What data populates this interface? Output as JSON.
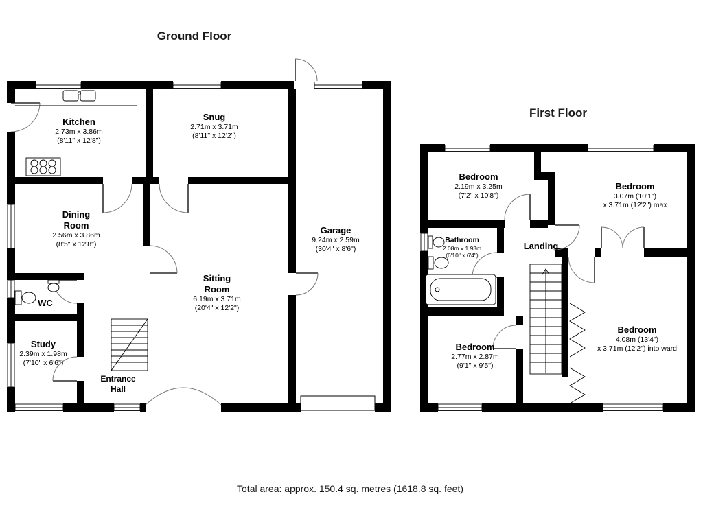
{
  "ground": {
    "title": "Ground Floor",
    "rooms": {
      "kitchen": {
        "name": "Kitchen",
        "metric": "2.73m x 3.86m",
        "imperial": "(8'11\" x 12'8\")"
      },
      "snug": {
        "name": "Snug",
        "metric": "2.71m x 3.71m",
        "imperial": "(8'11\" x 12'2\")"
      },
      "dining": {
        "name": "Dining Room",
        "metric": "2.56m x 3.86m",
        "imperial": "(8'5\" x 12'8\")"
      },
      "wc": {
        "name": "WC"
      },
      "study": {
        "name": "Study",
        "metric": "2.39m x 1.98m",
        "imperial": "(7'10\" x 6'6\")"
      },
      "sitting": {
        "name": "Sitting Room",
        "metric": "6.19m x 3.71m",
        "imperial": "(20'4\" x 12'2\")"
      },
      "entrance": {
        "name": "Entrance Hall"
      },
      "garage": {
        "name": "Garage",
        "metric": "9.24m x 2.59m",
        "imperial": "(30'4\" x 8'6\")"
      }
    }
  },
  "first": {
    "title": "First Floor",
    "rooms": {
      "bedroom_front_left": {
        "name": "Bedroom",
        "metric": "2.19m x 3.25m",
        "imperial": "(7'2\" x 10'8\")"
      },
      "bedroom_front_right": {
        "name": "Bedroom",
        "metric": "3.07m (10'1\")",
        "imperial": "x 3.71m (12'2\") max"
      },
      "bathroom": {
        "name": "Bathroom",
        "metric": "2.08m x 1.93m",
        "imperial": "(6'10\" x 6'4\")"
      },
      "landing": {
        "name": "Landing"
      },
      "bedroom_back_left": {
        "name": "Bedroom",
        "metric": "2.77m x 2.87m",
        "imperial": "(9'1\" x 9'5\")"
      },
      "bedroom_back_right": {
        "name": "Bedroom",
        "metric": "4.08m (13'4\")",
        "imperial": "x 3.71m (12'2\") into ward"
      }
    }
  },
  "footer": {
    "total_area": "Total area: approx. 150.4 sq. metres (1618.8 sq. feet)"
  }
}
